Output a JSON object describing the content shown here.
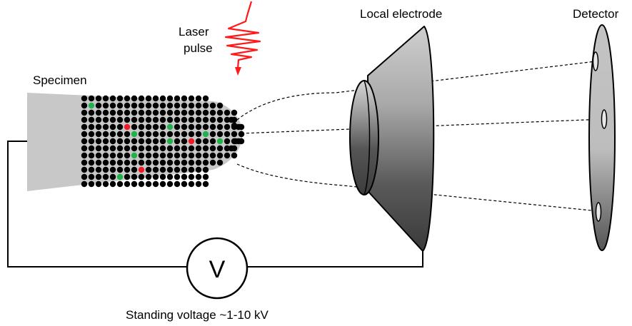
{
  "labels": {
    "laser_line1": "Laser",
    "laser_line2": "pulse",
    "specimen": "Specimen",
    "local_electrode": "Local electrode",
    "detector": "Detector",
    "voltage_symbol": "V",
    "standing_voltage": "Standing voltage ~1-10 kV"
  },
  "colors": {
    "laser": "#ff1a1a",
    "atom": "#000000",
    "atom_green": "#22b14c",
    "atom_red": "#ee1c24",
    "specimen_fill": "#c8c8c8",
    "detector_fill": "#c0c0c0"
  }
}
